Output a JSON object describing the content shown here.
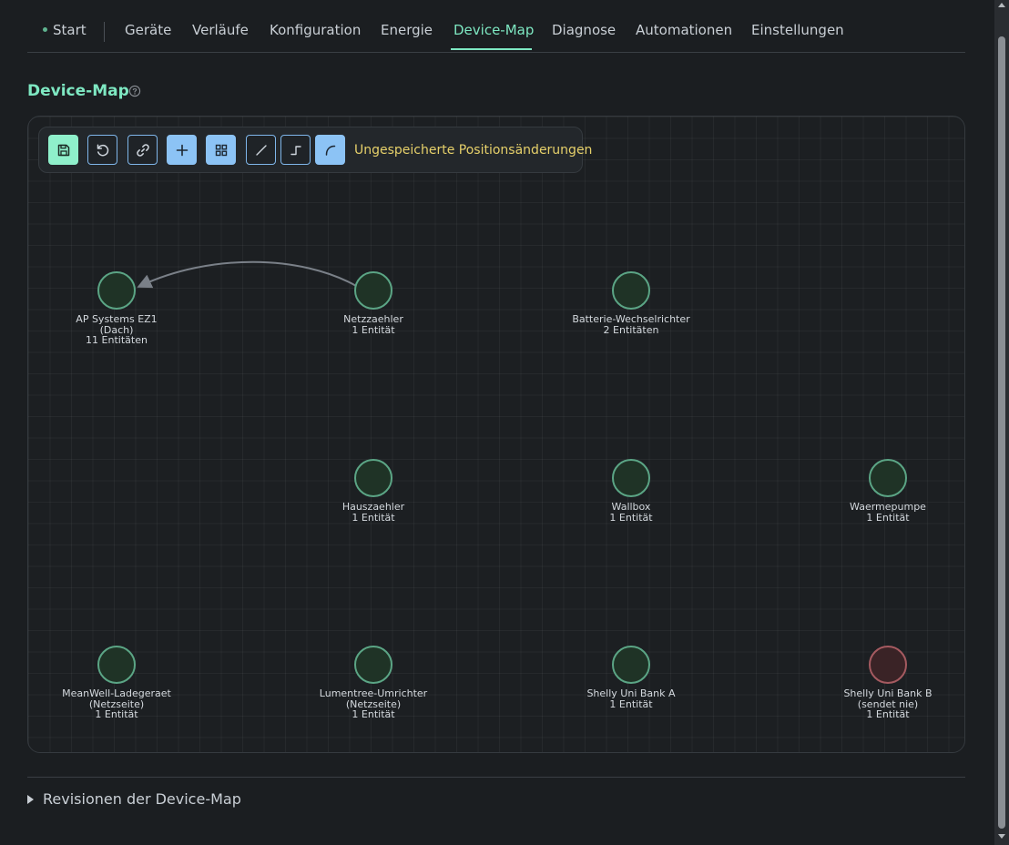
{
  "nav": {
    "items": [
      {
        "label": "Start"
      },
      {
        "label": "Geräte"
      },
      {
        "label": "Verläufe"
      },
      {
        "label": "Konfiguration"
      },
      {
        "label": "Energie"
      },
      {
        "label": "Device-Map",
        "active": true
      },
      {
        "label": "Diagnose"
      },
      {
        "label": "Automationen"
      },
      {
        "label": "Einstellungen"
      }
    ]
  },
  "page": {
    "title": "Device-Map"
  },
  "toolbar": {
    "buttons": [
      {
        "icon": "save-icon"
      },
      {
        "icon": "reset-icon"
      },
      {
        "icon": "link-icon"
      },
      {
        "icon": "plus-icon"
      },
      {
        "icon": "grid-icon"
      },
      {
        "icon": "line-straight-icon"
      },
      {
        "icon": "line-step-icon"
      },
      {
        "icon": "line-curve-icon",
        "active": true
      }
    ],
    "status": "Ungespeicherte Positionsänderungen"
  },
  "nodes": [
    {
      "name": "AP Systems EZ1",
      "sub": "(Dach)",
      "info": "11 Entitäten",
      "status": "ok"
    },
    {
      "name": "Netzzaehler",
      "sub": "",
      "info": "1 Entität",
      "status": "ok"
    },
    {
      "name": "Batterie-Wechselrichter",
      "sub": "",
      "info": "2 Entitäten",
      "status": "ok"
    },
    {
      "name": "Hauszaehler",
      "sub": "",
      "info": "1 Entität",
      "status": "ok"
    },
    {
      "name": "Wallbox",
      "sub": "",
      "info": "1 Entität",
      "status": "ok"
    },
    {
      "name": "Waermepumpe",
      "sub": "",
      "info": "1 Entität",
      "status": "ok"
    },
    {
      "name": "MeanWell-Ladegeraet",
      "sub": "(Netzseite)",
      "info": "1 Entität",
      "status": "ok"
    },
    {
      "name": "Lumentree-Umrichter",
      "sub": "(Netzseite)",
      "info": "1 Entität",
      "status": "ok"
    },
    {
      "name": "Shelly Uni Bank A",
      "sub": "",
      "info": "1 Entität",
      "status": "ok"
    },
    {
      "name": "Shelly Uni Bank B",
      "sub": "(sendet nie)",
      "info": "1 Entität",
      "status": "error"
    }
  ],
  "revisions": {
    "label": "Revisionen der Device-Map"
  },
  "colors": {
    "accent": "#7ee8c2",
    "warning": "#e6d06a",
    "node_ok": "#5ba585",
    "node_error": "#a55a60"
  }
}
